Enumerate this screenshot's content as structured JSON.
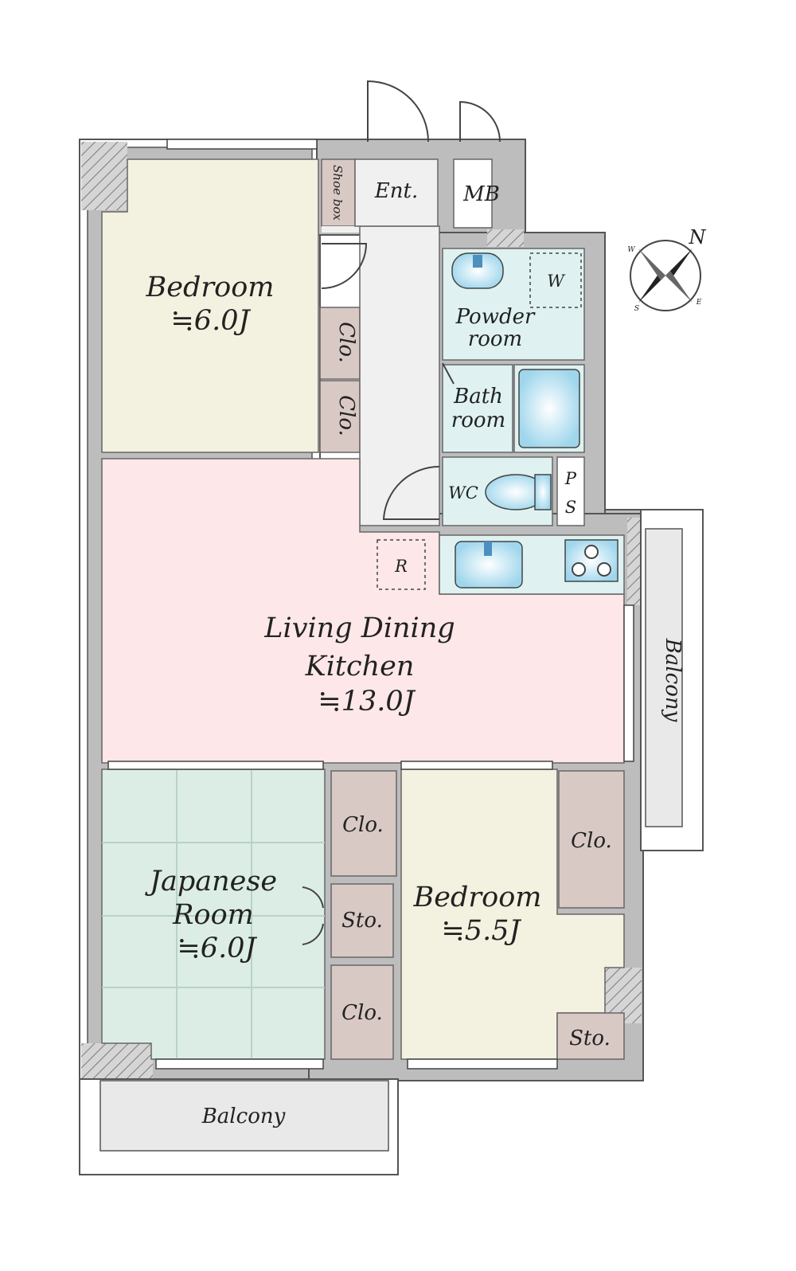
{
  "rooms": {
    "bedroom_top": {
      "name": "Bedroom",
      "size": "≒6.0J"
    },
    "ldk": {
      "line1": "Living Dining",
      "line2": "Kitchen",
      "size": "≒13.0J"
    },
    "japanese": {
      "line1": "Japanese",
      "line2": "Room",
      "size": "≒6.0J"
    },
    "bedroom_bottom": {
      "name": "Bedroom",
      "size": "≒5.5J"
    },
    "entrance": "Ent.",
    "meter_box": "MB",
    "shoe_box": "Shoe box",
    "powder": {
      "line1": "Powder",
      "line2": "room"
    },
    "washer": "W",
    "bath": {
      "line1": "Bath",
      "line2": "room"
    },
    "wc": "WC",
    "pipe_space": {
      "line1": "P",
      "line2": "S"
    },
    "fridge": "R",
    "closet_top_1": "Clo.",
    "closet_top_2": "Clo.",
    "closet_japanese_1": "Clo.",
    "storage_japanese": "Sto.",
    "closet_japanese_2": "Clo.",
    "closet_bedroom": "Clo.",
    "storage_bedroom": "Sto.",
    "balcony_east": "Balcony",
    "balcony_south": "Balcony"
  },
  "compass": {
    "north": "N",
    "west": "W",
    "east": "E",
    "south": "S"
  },
  "colors": {
    "bedroom": "#f3f1df",
    "ldk": "#fde7e8",
    "japanese": "#dcede6",
    "wet_area": "#dff2f1",
    "closet": "#d9c9c5",
    "balcony": "#e9e9e9",
    "wall": "#bdbdbd",
    "corridor": "#f0f0f0"
  }
}
